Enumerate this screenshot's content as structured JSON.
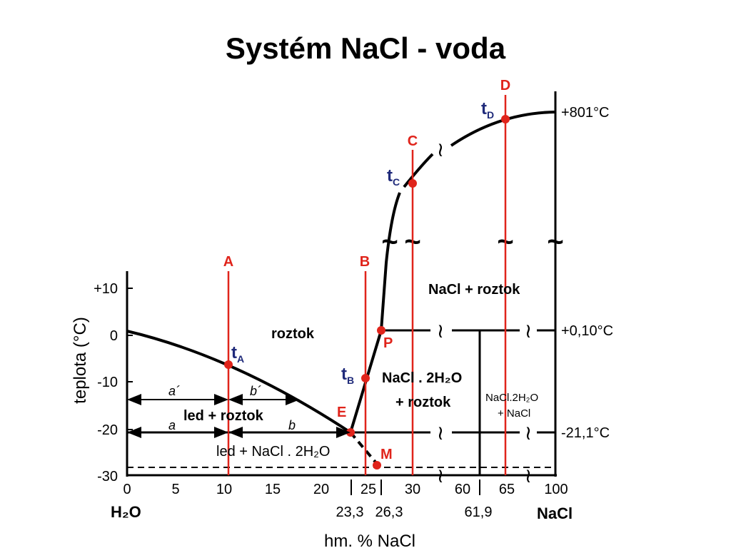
{
  "title": "Systém NaCl - voda",
  "axis": {
    "ylabel": "teplota (°C)",
    "xlabel": "hm. % NaCl",
    "y_ticks": [
      "+10",
      "0",
      "-10",
      "-20",
      "-30"
    ],
    "x_ticks": [
      "0",
      "5",
      "10",
      "15",
      "20",
      "25",
      "30",
      "60",
      "65",
      "100"
    ],
    "x_extra": [
      "23,3",
      "26,3",
      "61,9"
    ],
    "left_component": "H₂O",
    "right_component": "NaCl"
  },
  "temperatures": {
    "melt": "+801°C",
    "peritectic": "+0,10°C",
    "eutectic": "-21,1°C"
  },
  "verticals": {
    "A": "A",
    "B": "B",
    "C": "C",
    "D": "D"
  },
  "points": {
    "tA": {
      "main": "t",
      "sub": "A"
    },
    "tB": {
      "main": "t",
      "sub": "B"
    },
    "tC": {
      "main": "t",
      "sub": "C"
    },
    "tD": {
      "main": "t",
      "sub": "D"
    },
    "E": "E",
    "P": "P",
    "M": "M"
  },
  "regions": {
    "roztok": "roztok",
    "nacl_roztok": "NaCl + roztok",
    "dihydrate_roztok_1": "NaCl . 2H₂O",
    "dihydrate_roztok_2": "+ roztok",
    "dihydrate_nacl_1": "NaCl.2H₂O",
    "dihydrate_nacl_2": "+ NaCl",
    "led_roztok": "led + roztok",
    "led_nacl_dihydrate": "led + NaCl . 2H₂O"
  },
  "lever": {
    "a_prime": "a´",
    "b_prime": "b´",
    "a": "a",
    "b": "b"
  },
  "break_mark": "≀",
  "colors": {
    "red": "#e0241b",
    "navy": "#1f2a7a",
    "black": "#000000"
  }
}
